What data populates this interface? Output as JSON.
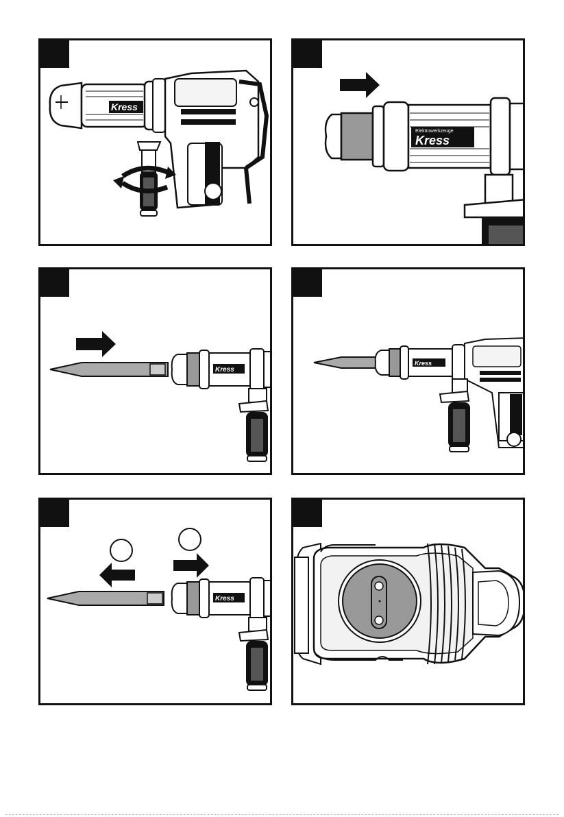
{
  "brand": {
    "logo_text": "Kress",
    "logo_mark": "☐",
    "subtitle": "Elektrowerkzeuge"
  },
  "panels": [
    {
      "id": 1,
      "depicts": "rotate-side-handle"
    },
    {
      "id": 2,
      "depicts": "pull-chuck-sleeve"
    },
    {
      "id": 3,
      "depicts": "insert-chisel"
    },
    {
      "id": 4,
      "depicts": "chisel-inserted"
    },
    {
      "id": 5,
      "depicts": "remove-chisel"
    },
    {
      "id": 6,
      "depicts": "top-view-selector"
    }
  ],
  "colors": {
    "ink": "#111111",
    "gray": "#999999",
    "light": "#f2f2f2"
  }
}
